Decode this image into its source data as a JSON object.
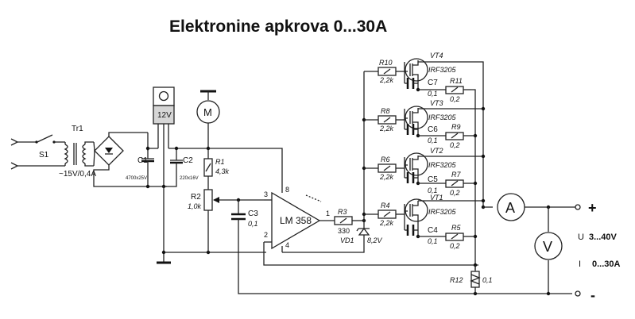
{
  "title": "Elektronine apkrova  0...30A",
  "labels": {
    "s1": "S1",
    "tr1": "Tr1",
    "tr_spec": "~15V/0,4A",
    "c1": "C1",
    "c1_val": "4700x25V",
    "c2": "C2",
    "c2_val": "220x16V",
    "reg": "12V",
    "motor": "M",
    "r1": "R1",
    "r1_val": "4,3k",
    "r2": "R2",
    "r2_val": "1,0k",
    "c3": "C3",
    "c3_val": "0,1",
    "opamp": "LM 358",
    "pin3": "3",
    "pin8": "8",
    "pin2": "2",
    "pin4": "4",
    "pin1": "1",
    "r3": "R3",
    "r3_val": "330",
    "vd1": "VD1",
    "vd1_val": "8,2V",
    "r4": "R4",
    "r4_val": "2,2k",
    "vt1": "VT1",
    "vt1_type": "IRF3205",
    "c4": "C4",
    "c4_val": "0,1",
    "r5": "R5",
    "r5_val": "0,2",
    "r6": "R6",
    "r6_val": "2,2k",
    "vt2": "VT2",
    "vt2_type": "IRF3205",
    "c5": "C5",
    "c5_val": "0,1",
    "r7": "R7",
    "r7_val": "0,2",
    "r8": "R8",
    "r8_val": "2,2k",
    "vt3": "VT3",
    "vt3_type": "IRF3205",
    "c6": "C6",
    "c6_val": "0,1",
    "r9": "R9",
    "r9_val": "0,2",
    "r10": "R10",
    "r10_val": "2,2k",
    "vt4": "VT4",
    "vt4_type": "IRF3205",
    "c7": "C7",
    "c7_val": "0,1",
    "r11": "R11",
    "r11_val": "0,2",
    "r12": "R12",
    "r12_val": "0,1",
    "ammeter": "A",
    "voltmeter": "V",
    "plus": "+",
    "minus": "-",
    "u_label": "U",
    "u_range": "3...40V",
    "i_label": "I",
    "i_range": "0...30A"
  }
}
